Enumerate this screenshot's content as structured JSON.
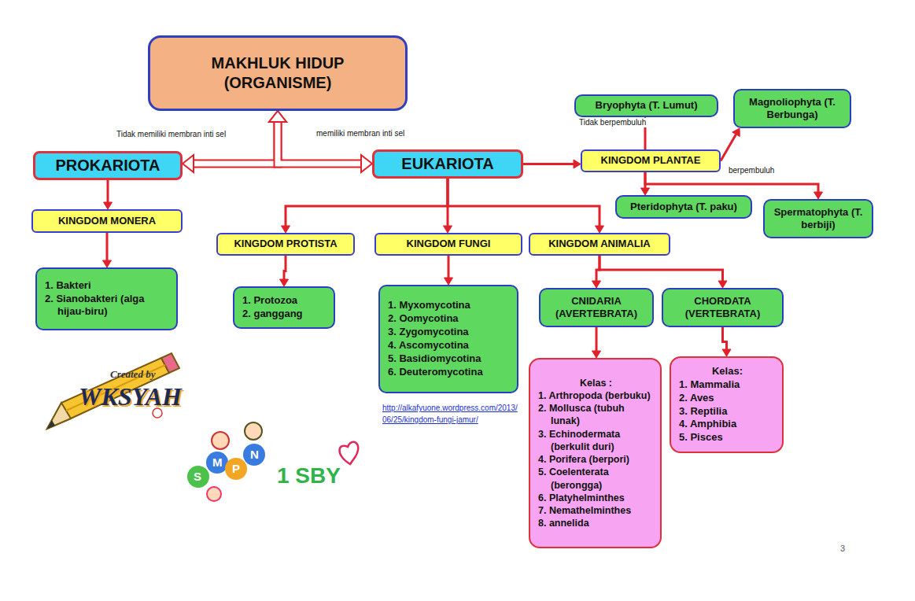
{
  "diagram": {
    "nodes": [
      {
        "text": [
          "MAKHLUK HIDUP (ORGANISME)"
        ]
      },
      {
        "text": [
          "PROKARIOTA"
        ]
      },
      {
        "text": [
          "EUKARIOTA"
        ]
      },
      {
        "text": [
          "KINGDOM MONERA"
        ]
      },
      {
        "text": [
          "1. Bakteri",
          "2. Sianobakteri (alga hijau-biru)"
        ]
      },
      {
        "text": [
          "KINGDOM PROTISTA"
        ]
      },
      {
        "text": [
          "1. Protozoa",
          "2. ganggang"
        ]
      },
      {
        "text": [
          "KINGDOM FUNGI"
        ]
      },
      {
        "text": [
          "1. Myxomycotina",
          "2. Oomycotina",
          "3. Zygomycotina",
          "4. Ascomycotina",
          "5. Basidiomycotina",
          "6. Deuteromycotina"
        ]
      },
      {
        "text": [
          "KINGDOM ANIMALIA"
        ]
      },
      {
        "text": [
          "CNIDARIA (AVERTEBRATA)"
        ]
      },
      {
        "text": [
          "CHORDATA (VERTEBRATA)"
        ]
      },
      {
        "text": [
          "Kelas :",
          "1. Arthropoda (berbuku)",
          "2. Mollusca (tubuh lunak)",
          "3. Echinodermata (berkulit duri)",
          "4. Porifera (berpori)",
          "5. Coelenterata (berongga)",
          "6. Platyhelminthes",
          "7. Nemathelminthes",
          "8. annelida"
        ]
      },
      {
        "text": [
          "Kelas:",
          "1. Mammalia",
          "2. Aves",
          "3. Reptilia",
          "4. Amphibia",
          "5. Pisces"
        ]
      },
      {
        "text": [
          "KINGDOM PLANTAE"
        ]
      },
      {
        "text": [
          "Bryophyta (T. Lumut)"
        ]
      },
      {
        "text": [
          "Magnoliophyta (T. Berbunga)"
        ]
      },
      {
        "text": [
          "Pteridophyta (T. paku)"
        ]
      },
      {
        "text": [
          "Spermatophyta (T. berbiji)"
        ]
      }
    ],
    "edges": [
      {
        "from": 0,
        "to": 1,
        "arrow": "both",
        "label": "Tidak memiliki membran inti sel"
      },
      {
        "from": 0,
        "to": 2,
        "arrow": "both",
        "label": "memiliki membran inti sel"
      },
      {
        "from": 1,
        "to": 3,
        "arrow": "to"
      },
      {
        "from": 3,
        "to": 4,
        "arrow": "to"
      },
      {
        "from": 2,
        "to": 14,
        "arrow": "to"
      },
      {
        "from": 14,
        "to": 15,
        "arrow": "to",
        "label": "Tidak berpembuluh"
      },
      {
        "from": 14,
        "to": 16,
        "arrow": "to"
      },
      {
        "from": 14,
        "to": 17,
        "arrow": "to"
      },
      {
        "from": 14,
        "to": 18,
        "arrow": "to",
        "label": "berpembuluh"
      },
      {
        "from": 2,
        "to": 5,
        "arrow": "to"
      },
      {
        "from": 2,
        "to": 7,
        "arrow": "to"
      },
      {
        "from": 2,
        "to": 9,
        "arrow": "to"
      },
      {
        "from": 5,
        "to": 6,
        "arrow": "to"
      },
      {
        "from": 7,
        "to": 8,
        "arrow": "to"
      },
      {
        "from": 9,
        "to": 10,
        "arrow": "to"
      },
      {
        "from": 9,
        "to": 11,
        "arrow": "to"
      },
      {
        "from": 10,
        "to": 12,
        "arrow": "to"
      },
      {
        "from": 11,
        "to": 13,
        "arrow": "to"
      }
    ],
    "labels": [
      "http://alkafyuone.wordpress.com/2013/06/25/kingdom-fungi-jamur/",
      "Created by",
      "WKSYAH",
      "S",
      "M",
      "P",
      "N",
      "1 SBY",
      "3"
    ]
  }
}
